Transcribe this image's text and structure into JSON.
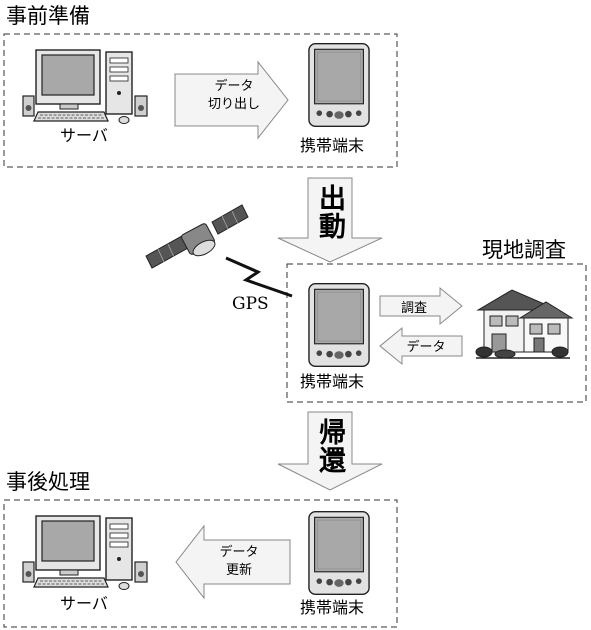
{
  "sections": {
    "prep_title": "事前準備",
    "field_title": "現地調査",
    "post_title": "事後処理"
  },
  "devices": {
    "server": "サーバ",
    "handheld": "携帯端末"
  },
  "arrows": {
    "export_line1": "データ",
    "export_line2": "切り出し",
    "survey": "調査",
    "data": "データ",
    "update_line1": "データ",
    "update_line2": "更新",
    "dispatch": "出動",
    "return": "帰還"
  },
  "gps_label": "GPS",
  "colors": {
    "screen": "#a8a8a8",
    "frame": "#e2e2e2",
    "arrow_fill": "#f4f4f4",
    "stroke": "#222222"
  }
}
